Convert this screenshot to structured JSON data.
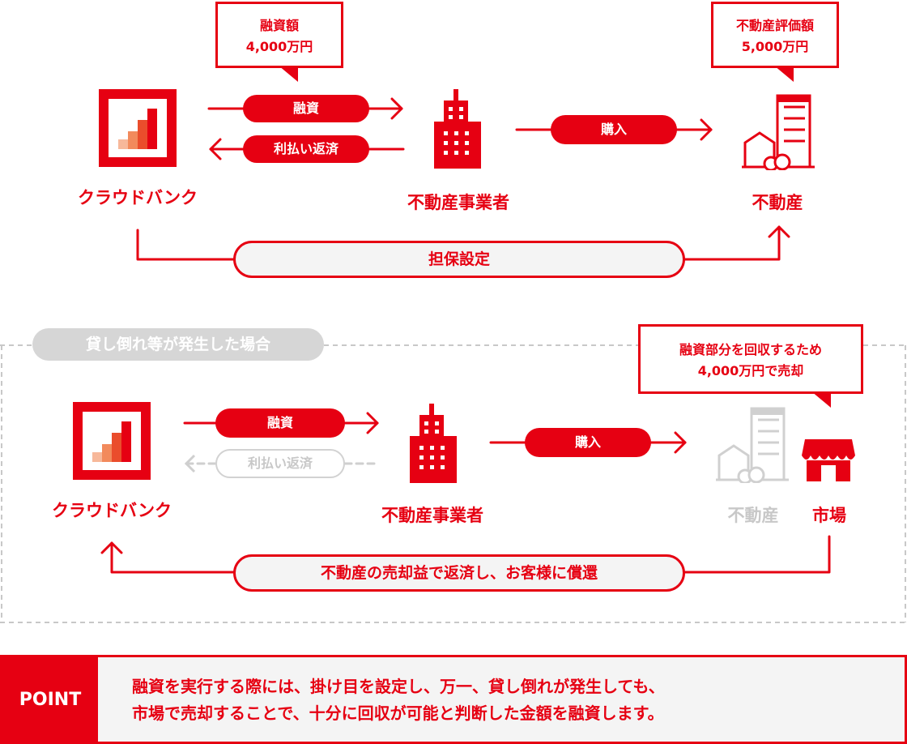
{
  "top": {
    "callout_loan": {
      "line1": "融資額",
      "line2": "4,000万円"
    },
    "callout_value": {
      "line1": "不動産評価額",
      "line2": "5,000万円"
    },
    "pill_loan": "融資",
    "pill_interest": "利払い返済",
    "pill_purchase": "購入",
    "label_crowdbank": "クラウドバンク",
    "label_business": "不動産事業者",
    "label_property": "不動産",
    "pill_collateral": "担保設定"
  },
  "bottom": {
    "section_tag": "貸し倒れ等が発生した場合",
    "callout_sale": {
      "line1": "融資部分を回収するため",
      "line2": "4,000万円で売却"
    },
    "pill_loan": "融資",
    "pill_interest": "利払い返済",
    "pill_purchase": "購入",
    "label_crowdbank": "クラウドバンク",
    "label_business": "不動産事業者",
    "label_property": "不動産",
    "label_market": "市場",
    "pill_repay": "不動産の売却益で返済し、お客様に償還"
  },
  "point": {
    "label": "POINT",
    "line1": "融資を実行する際には、掛け目を設定し、万一、貸し倒れが発生しても、",
    "line2": "市場で売却することで、十分に回収が可能と判断した金額を融資します。"
  },
  "colors": {
    "accent": "#e60012",
    "gray": "#c8c8c8",
    "light_bg": "#f4f4f4"
  }
}
